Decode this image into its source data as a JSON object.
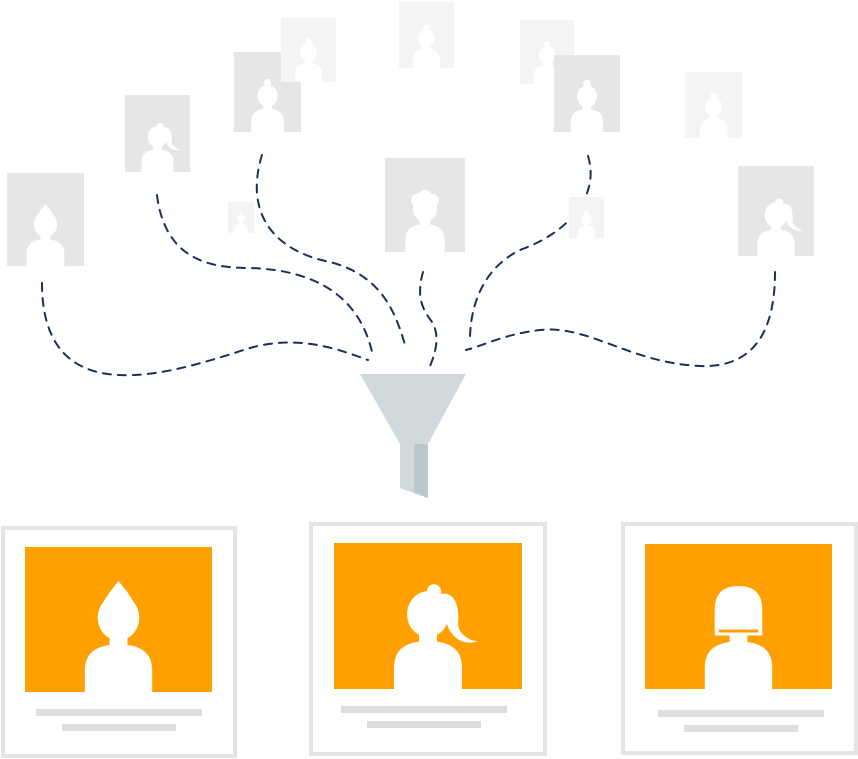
{
  "colors": {
    "background": "#ffffff",
    "avatar_tile": "#e6e6e6",
    "avatar_tile_faint": "#f4f4f4",
    "figure": "#ffffff",
    "path_line": "#1b2f5a",
    "funnel": "#d1d9dd",
    "funnel_shade": "#bcc6cc",
    "highlight": "#ff9f00",
    "card_border": "#e4e4e4",
    "card_text_line": "#dedede"
  },
  "icons": {
    "candidate": "person-silhouette-icon",
    "filter": "funnel-icon"
  },
  "candidate_pool": {
    "people": [
      {
        "name": "candidate-spiky-left",
        "style": "spiky",
        "faint": false
      },
      {
        "name": "candidate-ponytail",
        "style": "ponytail",
        "faint": false
      },
      {
        "name": "candidate-bun-upper",
        "style": "bun",
        "faint": false
      },
      {
        "name": "candidate-faint-top-1",
        "style": "bun",
        "faint": true
      },
      {
        "name": "candidate-faint-top-2",
        "style": "bun",
        "faint": true
      },
      {
        "name": "candidate-faint-top-3",
        "style": "bun",
        "faint": true
      },
      {
        "name": "candidate-faint-right",
        "style": "bun",
        "faint": true
      },
      {
        "name": "candidate-bun-upper-right",
        "style": "bun",
        "faint": false
      },
      {
        "name": "candidate-curly-center",
        "style": "curly",
        "faint": false
      },
      {
        "name": "candidate-tiny-left",
        "style": "bun",
        "faint": true
      },
      {
        "name": "candidate-tiny-right",
        "style": "bun",
        "faint": true
      },
      {
        "name": "candidate-ponytail-right",
        "style": "ponytail",
        "faint": false
      }
    ]
  },
  "selected_candidates": [
    {
      "name": "selected-card-1",
      "style": "spiky"
    },
    {
      "name": "selected-card-2",
      "style": "ponytail"
    },
    {
      "name": "selected-card-3",
      "style": "bob"
    }
  ]
}
